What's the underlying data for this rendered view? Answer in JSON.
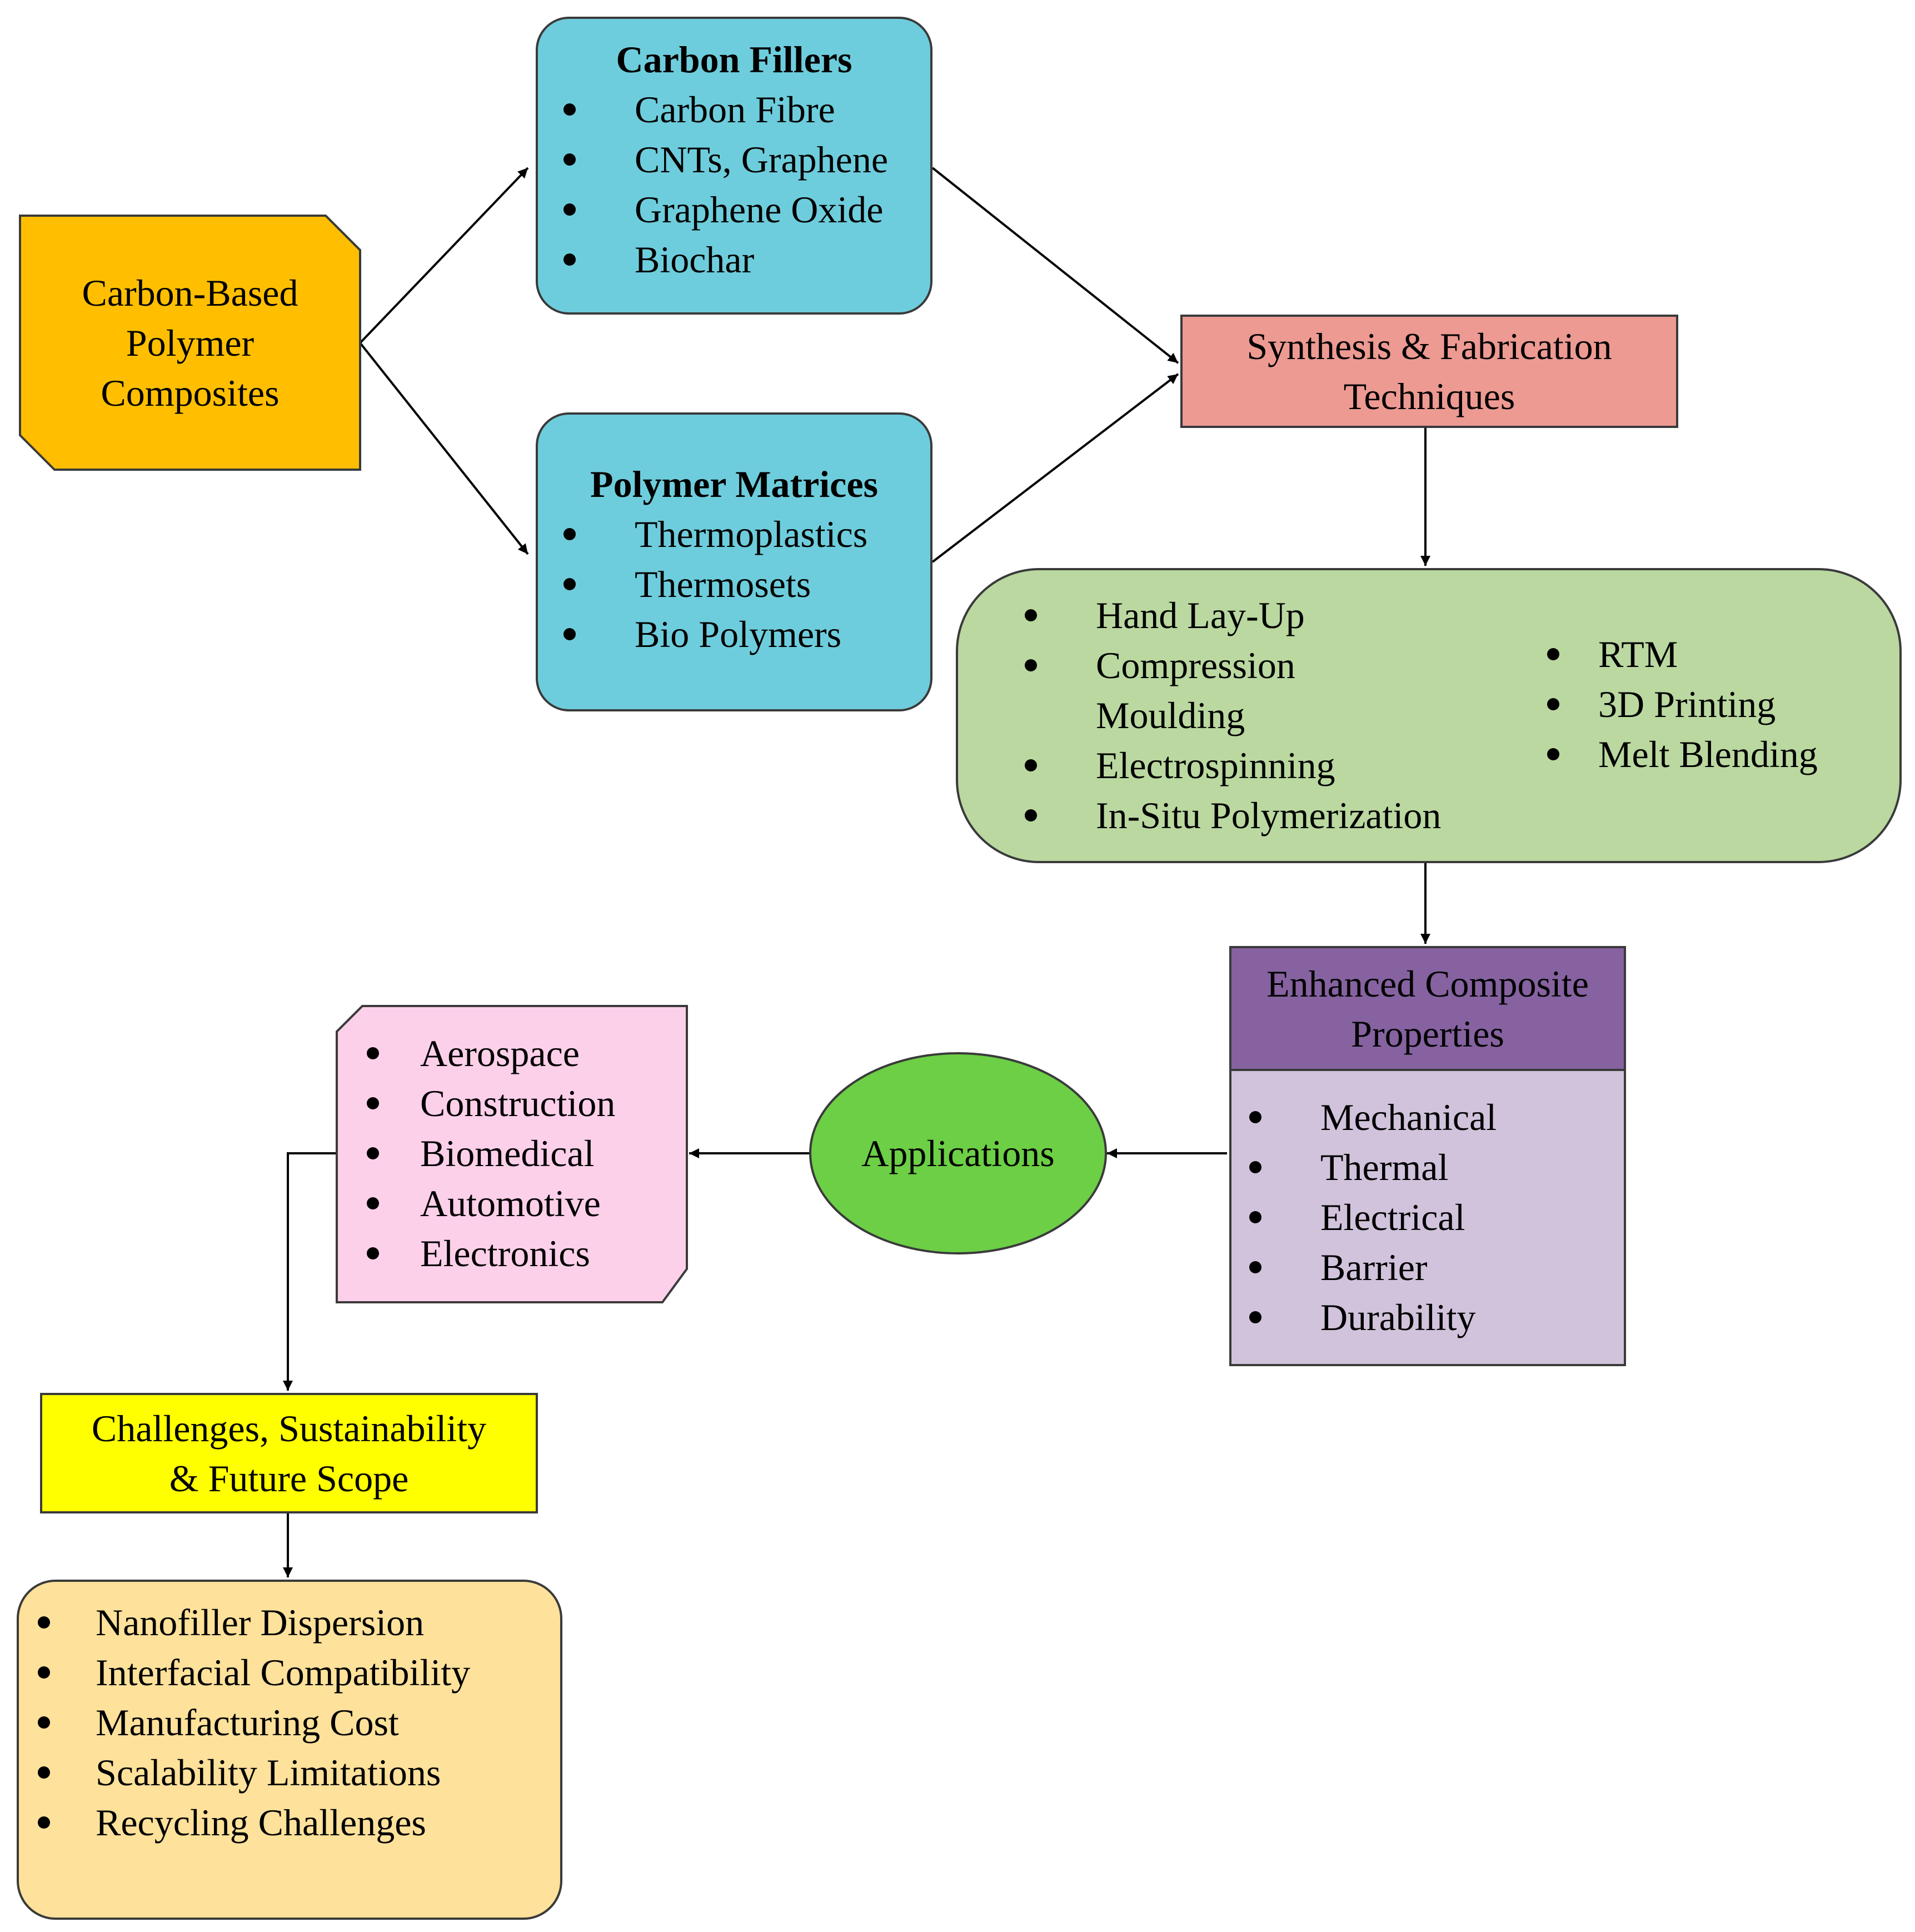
{
  "nodes": {
    "composites": {
      "lines": [
        "Carbon-Based",
        "Polymer",
        "Composites"
      ],
      "color": "#FFBF00"
    },
    "fillers": {
      "title": "Carbon Fillers",
      "items": [
        "Carbon Fibre",
        "CNTs, Graphene",
        "Graphene Oxide",
        "Biochar"
      ],
      "color": "#6ECDDC"
    },
    "matrices": {
      "title": "Polymer Matrices",
      "items": [
        "Thermoplastics",
        "Thermosets",
        "Bio Polymers"
      ],
      "color": "#6ECDDC"
    },
    "synthesis": {
      "lines": [
        "Synthesis & Fabrication",
        "Techniques"
      ],
      "color": "#EC9A92"
    },
    "techniques": {
      "left_items": [
        "Hand Lay-Up",
        "Compression",
        "Electrospinning",
        "In-Situ Polymerization"
      ],
      "continuation": "Moulding",
      "right_items": [
        "RTM",
        "3D Printing",
        "Melt Blending"
      ],
      "color": "#BAD8A0"
    },
    "properties": {
      "header_lines": [
        "Enhanced Composite",
        "Properties"
      ],
      "items": [
        "Mechanical",
        "Thermal",
        "Electrical",
        "Barrier",
        "Durability"
      ],
      "header_color": "#8662A0",
      "body_color": "#D1C3DC"
    },
    "applications": {
      "label": "Applications",
      "color": "#6CCF45"
    },
    "sectors": {
      "items": [
        "Aerospace",
        "Construction",
        "Biomedical",
        "Automotive",
        "Electronics"
      ],
      "color": "#FDD0EA"
    },
    "challenges": {
      "lines": [
        "Challenges, Sustainability",
        "& Future Scope"
      ],
      "color": "#FFFF00"
    },
    "issues": {
      "items": [
        "Nanofiller Dispersion",
        "Interfacial Compatibility",
        "Manufacturing Cost",
        "Scalability Limitations",
        "Recycling Challenges"
      ],
      "color": "#FEE19A"
    }
  }
}
